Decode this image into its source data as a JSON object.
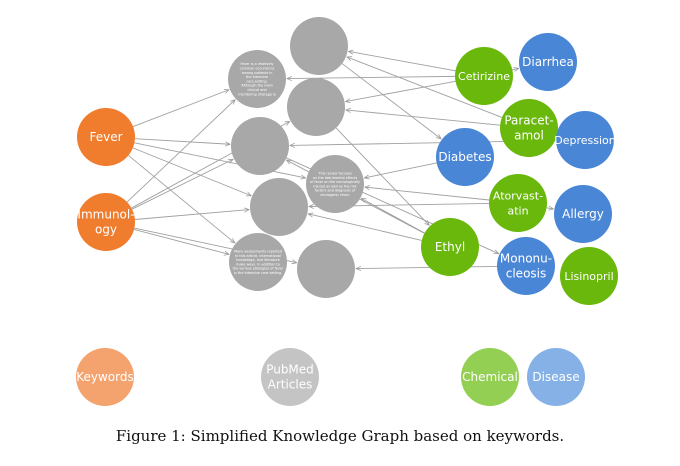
{
  "colors": {
    "keyword": "#ef7d2d",
    "article": "#a8a8a8",
    "chemical": "#69b80b",
    "disease": "#4a86d6",
    "edge": "#a0a0a0",
    "legend_keyword": "#f4a36f",
    "legend_article": "#c4c4c4",
    "legend_chemical": "#93cf52",
    "legend_disease": "#86b1e6"
  },
  "nodes": {
    "fever": {
      "lines": [
        "Fever"
      ]
    },
    "immunology": {
      "lines": [
        "Immunol-",
        "ogy"
      ]
    },
    "abstract_1": {
      "lines": [
        "Fever is a relatively",
        "common occurrence",
        "among patients in",
        "the intensive",
        "care setting.",
        "Although the main",
        "clinical and",
        "monitoring strategy is"
      ]
    },
    "abstract_2": {
      "lines": [
        "This review focuses",
        "on the detrimental effects",
        "of fever on the neurologically",
        "injured as well as the risk",
        "factors and diagnosis of",
        "neurogenic fever."
      ]
    },
    "abstract_3": {
      "lines": [
        "Many assessments reported",
        "in this article, international",
        "knowledge, and literature",
        "make ways. In addition to",
        "the various etiologies of fever",
        "in the intensive care setting."
      ]
    },
    "cetirizine": {
      "lines": [
        "Cetirizine"
      ]
    },
    "paracetamol": {
      "lines": [
        "Paracet-",
        "amol"
      ]
    },
    "atorvastatin": {
      "lines": [
        "Atorvast-",
        "atin"
      ]
    },
    "ethyl": {
      "lines": [
        "Ethyl"
      ]
    },
    "lisinopril": {
      "lines": [
        "Lisinopril"
      ]
    },
    "diarrhea": {
      "lines": [
        "Diarrhea"
      ]
    },
    "depression": {
      "lines": [
        "Depression"
      ]
    },
    "diabetes": {
      "lines": [
        "Diabetes"
      ]
    },
    "allergy": {
      "lines": [
        "Allergy"
      ]
    },
    "mononucleosis": {
      "lines": [
        "Mononu-",
        "cleosis"
      ]
    }
  },
  "legend": {
    "keywords": {
      "lines": [
        "Keywords"
      ]
    },
    "pubmed": {
      "lines": [
        "PubMed",
        "Articles"
      ]
    },
    "chemical": {
      "lines": [
        "Chemical"
      ]
    },
    "disease": {
      "lines": [
        "Disease"
      ]
    }
  },
  "caption": "Figure 1: Simplified Knowledge Graph based on keywords."
}
